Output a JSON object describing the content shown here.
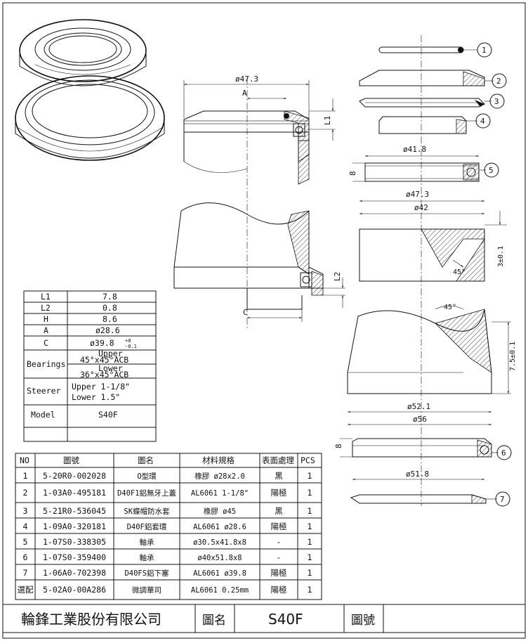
{
  "spec_table": {
    "rows": [
      {
        "label": "L1",
        "value": "7.8"
      },
      {
        "label": "L2",
        "value": "0.8"
      },
      {
        "label": "H",
        "value": "8.6"
      },
      {
        "label": "A",
        "value": "ø28.6"
      },
      {
        "label": "C",
        "value": "ø39.8",
        "tol_upper": "+0",
        "tol_lower": "-0.1"
      }
    ],
    "bearings_label": "Bearings",
    "bearings_upper_1": "Upper",
    "bearings_upper_2": "45°x45°ACB",
    "bearings_lower_1": "Lower",
    "bearings_lower_2": "36°x45°ACB",
    "steerer_label": "Steerer",
    "steerer_upper": "Upper 1-1/8\"",
    "steerer_lower": "Lower 1.5\"",
    "model_label": "Model",
    "model_value": "S40F"
  },
  "parts_table": {
    "headers": [
      "NO",
      "圖號",
      "圖名",
      "材料規格",
      "表面處理",
      "PCS"
    ],
    "rows": [
      {
        "no": "1",
        "code": "5-20R0-002028",
        "name": "O型環",
        "material": "橡膠 ø28x2.0",
        "finish": "黑",
        "pcs": "1"
      },
      {
        "no": "2",
        "code": "1-03A0-495181",
        "name": "D40F1鋁無牙上蓋",
        "material": "AL6061 1-1/8\"",
        "finish": "陽極",
        "pcs": "1"
      },
      {
        "no": "3",
        "code": "5-21R0-536045",
        "name": "SK蝶帽防水套",
        "material": "橡膠 ø45",
        "finish": "黑",
        "pcs": "1"
      },
      {
        "no": "4",
        "code": "1-09A0-320181",
        "name": "D40F鋁套環",
        "material": "AL6061 ø28.6",
        "finish": "陽極",
        "pcs": "1"
      },
      {
        "no": "5",
        "code": "1-07S0-338305",
        "name": "軸承",
        "material": "ø30.5x41.8x8",
        "finish": "-",
        "pcs": "1"
      },
      {
        "no": "6",
        "code": "1-07S0-359400",
        "name": "軸承",
        "material": "ø40x51.8x8",
        "finish": "-",
        "pcs": "1"
      },
      {
        "no": "7",
        "code": "1-06A0-702398",
        "name": "D40FS鋁下塞",
        "material": "AL6061 ø39.8",
        "finish": "陽極",
        "pcs": "1"
      },
      {
        "no": "選配",
        "code": "5-02A0-00A286",
        "name": "微調華司",
        "material": "AL6061 0.25mm",
        "finish": "陽極",
        "pcs": "1"
      }
    ]
  },
  "title_block": {
    "company": "輪鋒工業股份有限公司",
    "drawing_name_label": "圖名",
    "drawing_name": "S40F",
    "drawing_no_label": "圖號",
    "drawing_no": ""
  },
  "dimensions": {
    "top_outer": "ø47.3",
    "dim_A": "A",
    "dim_L1": "L1",
    "dim_L2": "L2",
    "dim_C": "C",
    "bearing5_od": "ø41.8",
    "bearing5_h": "8",
    "cup_outer": "ø47.3",
    "cup_inner": "ø42",
    "cup_depth": "3±0.1",
    "cup_angle": "45°",
    "crown_angle": "45°",
    "crown_height": "7.5±0.1",
    "crown_d1": "ø52.1",
    "crown_d2": "ø56",
    "bearing6_h": "8",
    "bearing6_od": "ø51.8"
  },
  "balloons": [
    "1",
    "2",
    "3",
    "4",
    "5",
    "6",
    "7"
  ]
}
